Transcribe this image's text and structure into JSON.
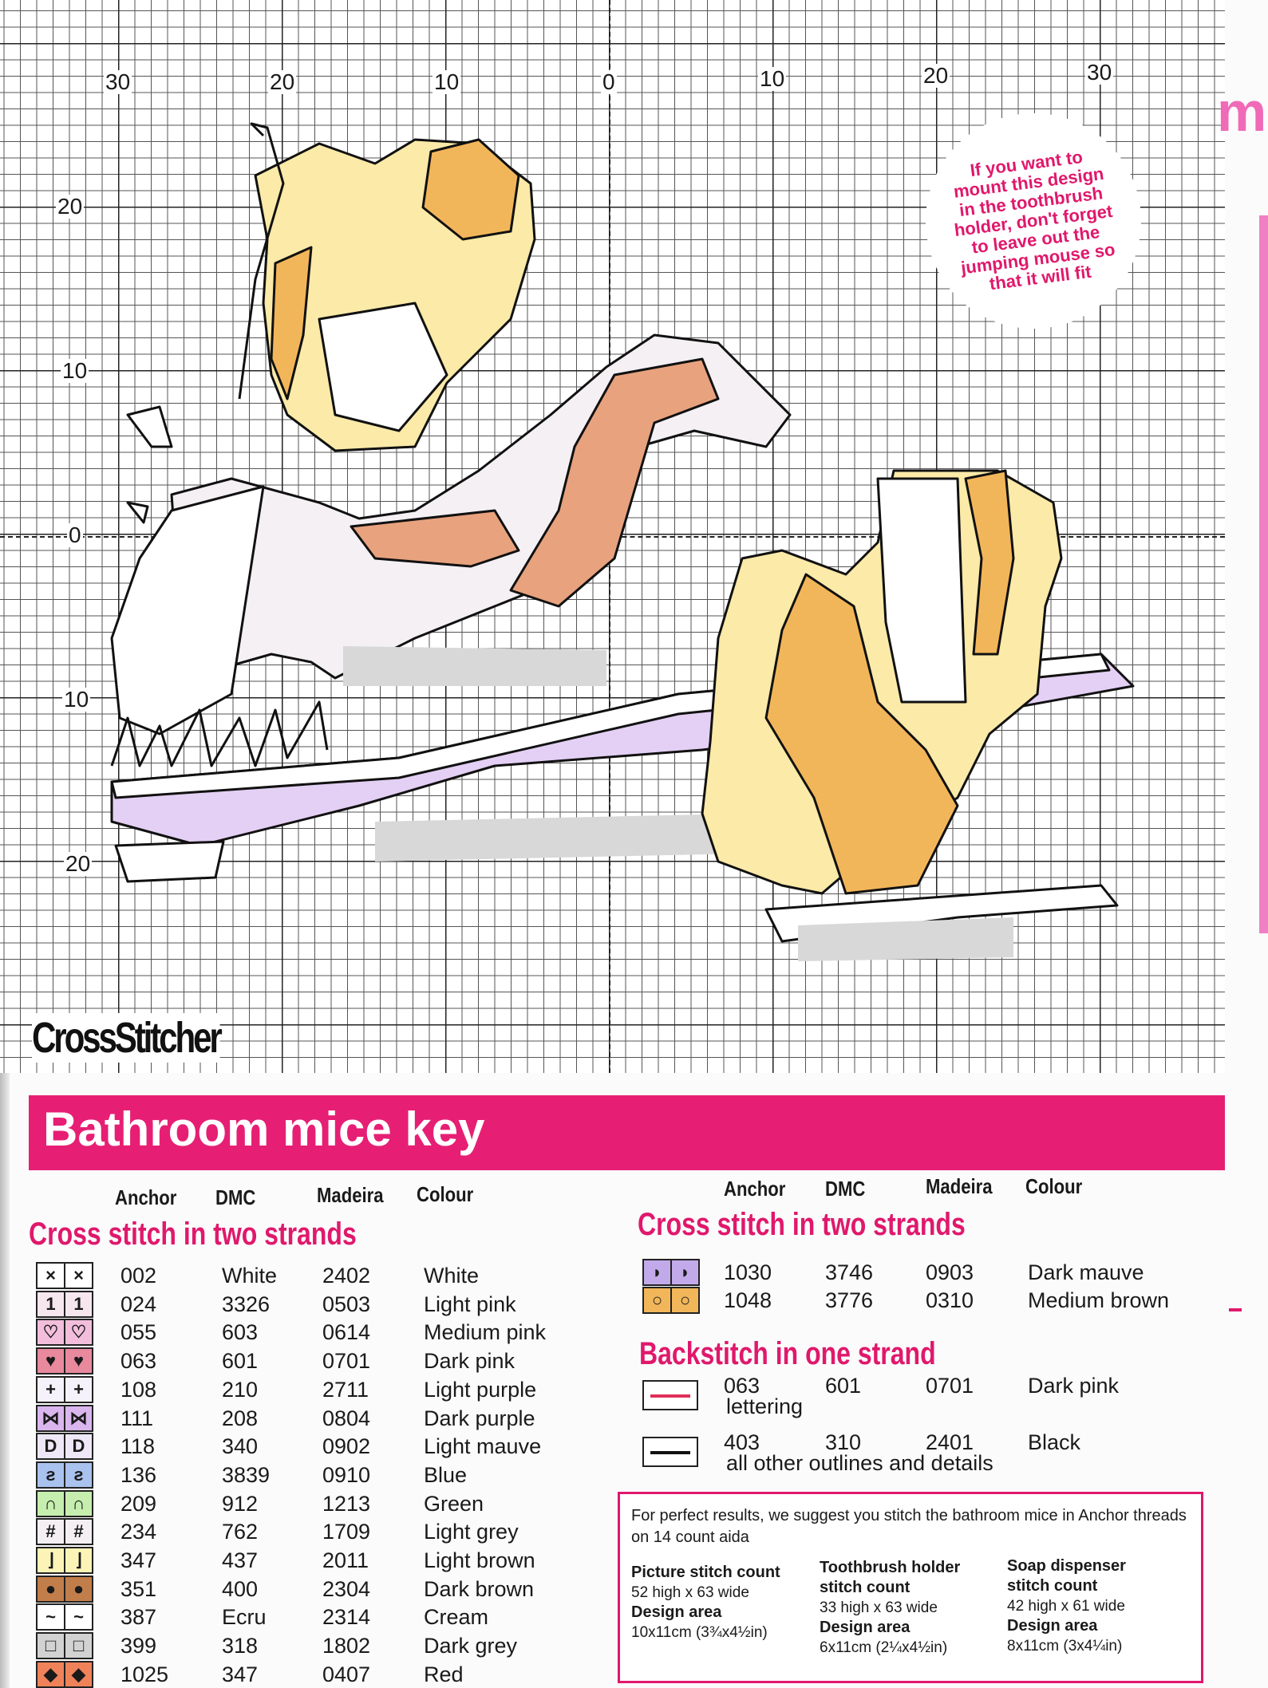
{
  "chart": {
    "top_labels": [
      "30",
      "20",
      "10",
      "0",
      "10",
      "20",
      "30"
    ],
    "left_labels": [
      "20",
      "10",
      "0",
      "10",
      "20"
    ],
    "note": "If you want to mount this design in the toothbrush holder, don't forget to leave out the jumping mouse so that it will fit",
    "logo": "CrossStitcher",
    "side_letter": "m"
  },
  "key": {
    "title": "Bathroom mice key",
    "headers": {
      "anchor": "Anchor",
      "dmc": "DMC",
      "madeira": "Madeira",
      "colour": "Colour"
    },
    "cross_heading": "Cross stitch in two strands",
    "left_rows": [
      {
        "symbol": "×",
        "color": "#ffffff",
        "anchor": "002",
        "dmc": "White",
        "madeira": "2402",
        "colour": "White"
      },
      {
        "symbol": "1",
        "color": "#f6e6ee",
        "anchor": "024",
        "dmc": "3326",
        "madeira": "0503",
        "colour": "Light pink"
      },
      {
        "symbol": "♡",
        "color": "#f2bedc",
        "anchor": "055",
        "dmc": "603",
        "madeira": "0614",
        "colour": "Medium pink"
      },
      {
        "symbol": "♥",
        "color": "#e8899e",
        "anchor": "063",
        "dmc": "601",
        "madeira": "0701",
        "colour": "Dark pink"
      },
      {
        "symbol": "+",
        "color": "#f6f2fb",
        "anchor": "108",
        "dmc": "210",
        "madeira": "2711",
        "colour": "Light purple"
      },
      {
        "symbol": "⋈",
        "color": "#d9b6ee",
        "anchor": "111",
        "dmc": "208",
        "madeira": "0804",
        "colour": "Dark purple"
      },
      {
        "symbol": "D",
        "color": "#ede7f7",
        "anchor": "118",
        "dmc": "340",
        "madeira": "0902",
        "colour": "Light mauve"
      },
      {
        "symbol": "ƨ",
        "color": "#a9c2ee",
        "anchor": "136",
        "dmc": "3839",
        "madeira": "0910",
        "colour": "Blue"
      },
      {
        "symbol": "∩",
        "color": "#c6eeae",
        "anchor": "209",
        "dmc": "912",
        "madeira": "1213",
        "colour": "Green"
      },
      {
        "symbol": "#",
        "color": "#f3eff3",
        "anchor": "234",
        "dmc": "762",
        "madeira": "1709",
        "colour": "Light grey"
      },
      {
        "symbol": "⌋",
        "color": "#fcf4b6",
        "anchor": "347",
        "dmc": "437",
        "madeira": "2011",
        "colour": "Light brown"
      },
      {
        "symbol": "●",
        "color": "#c27e4a",
        "anchor": "351",
        "dmc": "400",
        "madeira": "2304",
        "colour": "Dark brown"
      },
      {
        "symbol": "~",
        "color": "#ffffff",
        "anchor": "387",
        "dmc": "Ecru",
        "madeira": "2314",
        "colour": "Cream"
      },
      {
        "symbol": "□",
        "color": "#d2d2d2",
        "anchor": "399",
        "dmc": "318",
        "madeira": "1802",
        "colour": "Dark grey"
      },
      {
        "symbol": "◆",
        "color": "#f0825a",
        "anchor": "1025",
        "dmc": "347",
        "madeira": "0407",
        "colour": "Red"
      }
    ],
    "right_rows": [
      {
        "symbol": "◗",
        "color": "#c2aaea",
        "anchor": "1030",
        "dmc": "3746",
        "madeira": "0903",
        "colour": "Dark mauve"
      },
      {
        "symbol": "○",
        "color": "#f2b65a",
        "anchor": "1048",
        "dmc": "3776",
        "madeira": "0310",
        "colour": "Medium brown"
      }
    ],
    "back_heading": "Backstitch in one strand",
    "back_rows": [
      {
        "line_color": "#e0305a",
        "anchor": "063",
        "dmc": "601",
        "madeira": "0701",
        "colour": "Dark pink",
        "note": "lettering"
      },
      {
        "line_color": "#111111",
        "anchor": "403",
        "dmc": "310",
        "madeira": "2401",
        "colour": "Black",
        "note": "all other outlines and details"
      }
    ],
    "info": {
      "intro": "For perfect results, we suggest you stitch the bathroom mice in Anchor threads on 14 count aida",
      "columns": [
        {
          "heading": "Picture stitch count",
          "count": "52 high x 63 wide",
          "area_label": "Design area",
          "area": "10x11cm (3¾x4½in)"
        },
        {
          "heading": "Toothbrush holder stitch count",
          "count": "33 high x 63 wide",
          "area_label": "Design area",
          "area": "6x11cm (2¼x4½in)"
        },
        {
          "heading": "Soap dispenser stitch count",
          "count": "42 high x 61 wide",
          "area_label": "Design area",
          "area": "8x11cm (3x4¼in)"
        }
      ]
    }
  }
}
